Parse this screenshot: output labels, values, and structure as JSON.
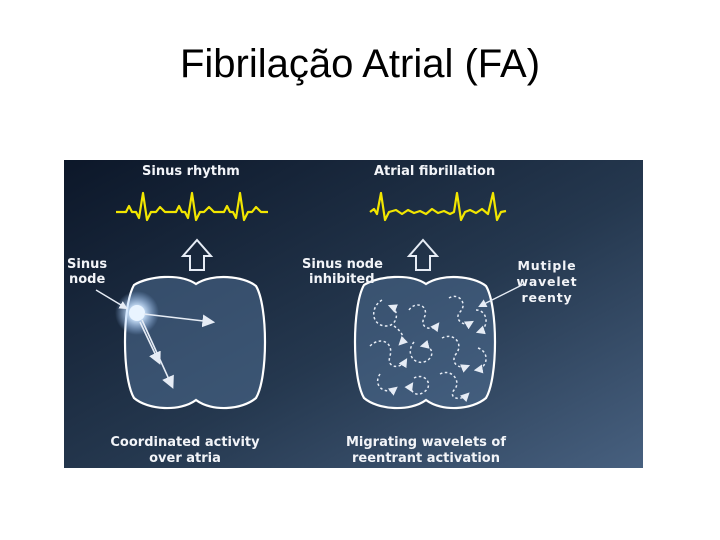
{
  "slide": {
    "title": "Fibrilação Atrial (FA)"
  },
  "figure": {
    "left_panel": {
      "heading": "Sinus rhythm",
      "node_label": [
        "Sinus",
        "node"
      ],
      "caption": [
        "Coordinated activity",
        "over atria"
      ]
    },
    "right_panel": {
      "heading": "Atrial fibrillation",
      "node_label": [
        "Sinus node",
        "inhibited"
      ],
      "wavelet_label": [
        "Mutiple",
        "wavelet",
        "reenty"
      ],
      "caption": [
        "Migrating wavelets of",
        "reentrant activation"
      ]
    },
    "colors": {
      "background_top": "#0f1c30",
      "background_bottom": "#3b5270",
      "ecg_trace": "#f2e600",
      "atria_fill": "#4e6d92",
      "atria_outline": "#ffffff",
      "arrow": "#e6ecf5",
      "sinus_node": "#c8e4ff"
    }
  }
}
